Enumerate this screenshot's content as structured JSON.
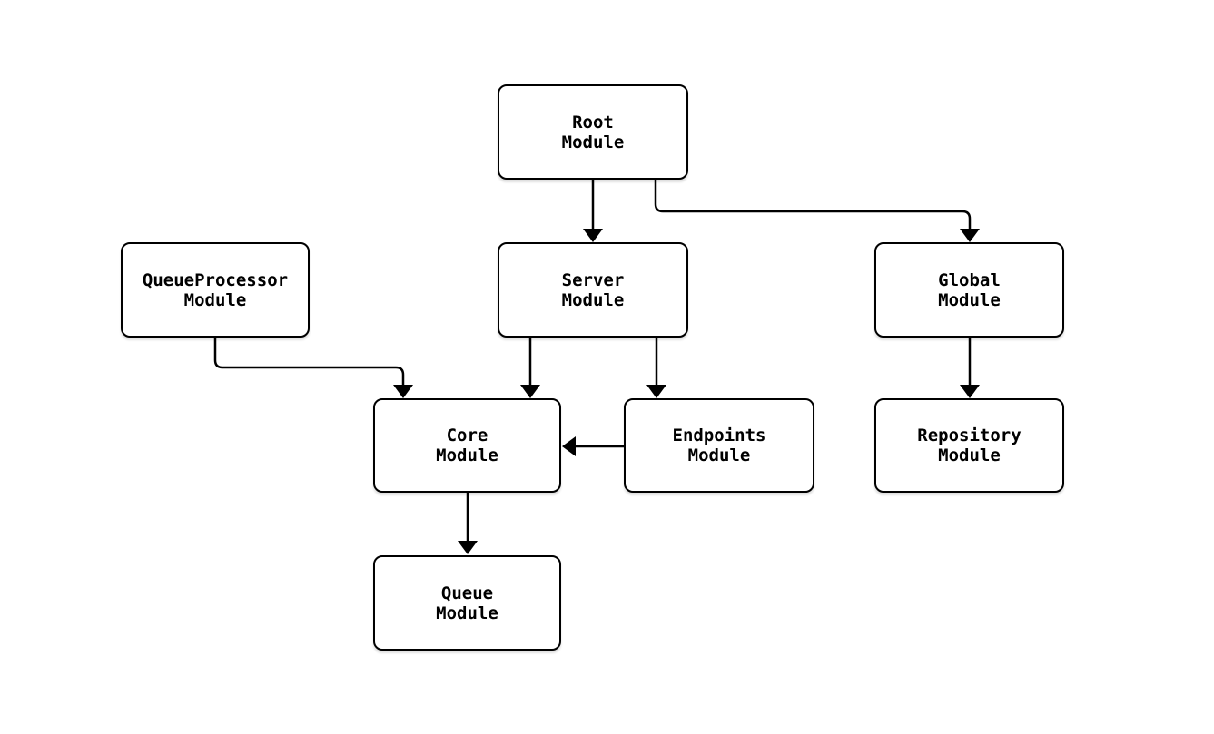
{
  "diagram": {
    "type": "flowchart",
    "colors": {
      "background": "#ffffff",
      "node_fill": "#ffffff",
      "node_border": "#000000",
      "edge": "#000000",
      "text": "#000000"
    },
    "nodes": [
      {
        "id": "root",
        "label": "Root\nModule"
      },
      {
        "id": "server",
        "label": "Server\nModule"
      },
      {
        "id": "global",
        "label": "Global\nModule"
      },
      {
        "id": "queueprocessor",
        "label": "QueueProcessor\nModule"
      },
      {
        "id": "core",
        "label": "Core\nModule"
      },
      {
        "id": "endpoints",
        "label": "Endpoints\nModule"
      },
      {
        "id": "repository",
        "label": "Repository\nModule"
      },
      {
        "id": "queue",
        "label": "Queue\nModule"
      }
    ],
    "edges": [
      {
        "from": "root",
        "to": "server"
      },
      {
        "from": "root",
        "to": "global"
      },
      {
        "from": "server",
        "to": "core"
      },
      {
        "from": "server",
        "to": "endpoints"
      },
      {
        "from": "endpoints",
        "to": "core"
      },
      {
        "from": "queueprocessor",
        "to": "core"
      },
      {
        "from": "global",
        "to": "repository"
      },
      {
        "from": "core",
        "to": "queue"
      }
    ]
  }
}
